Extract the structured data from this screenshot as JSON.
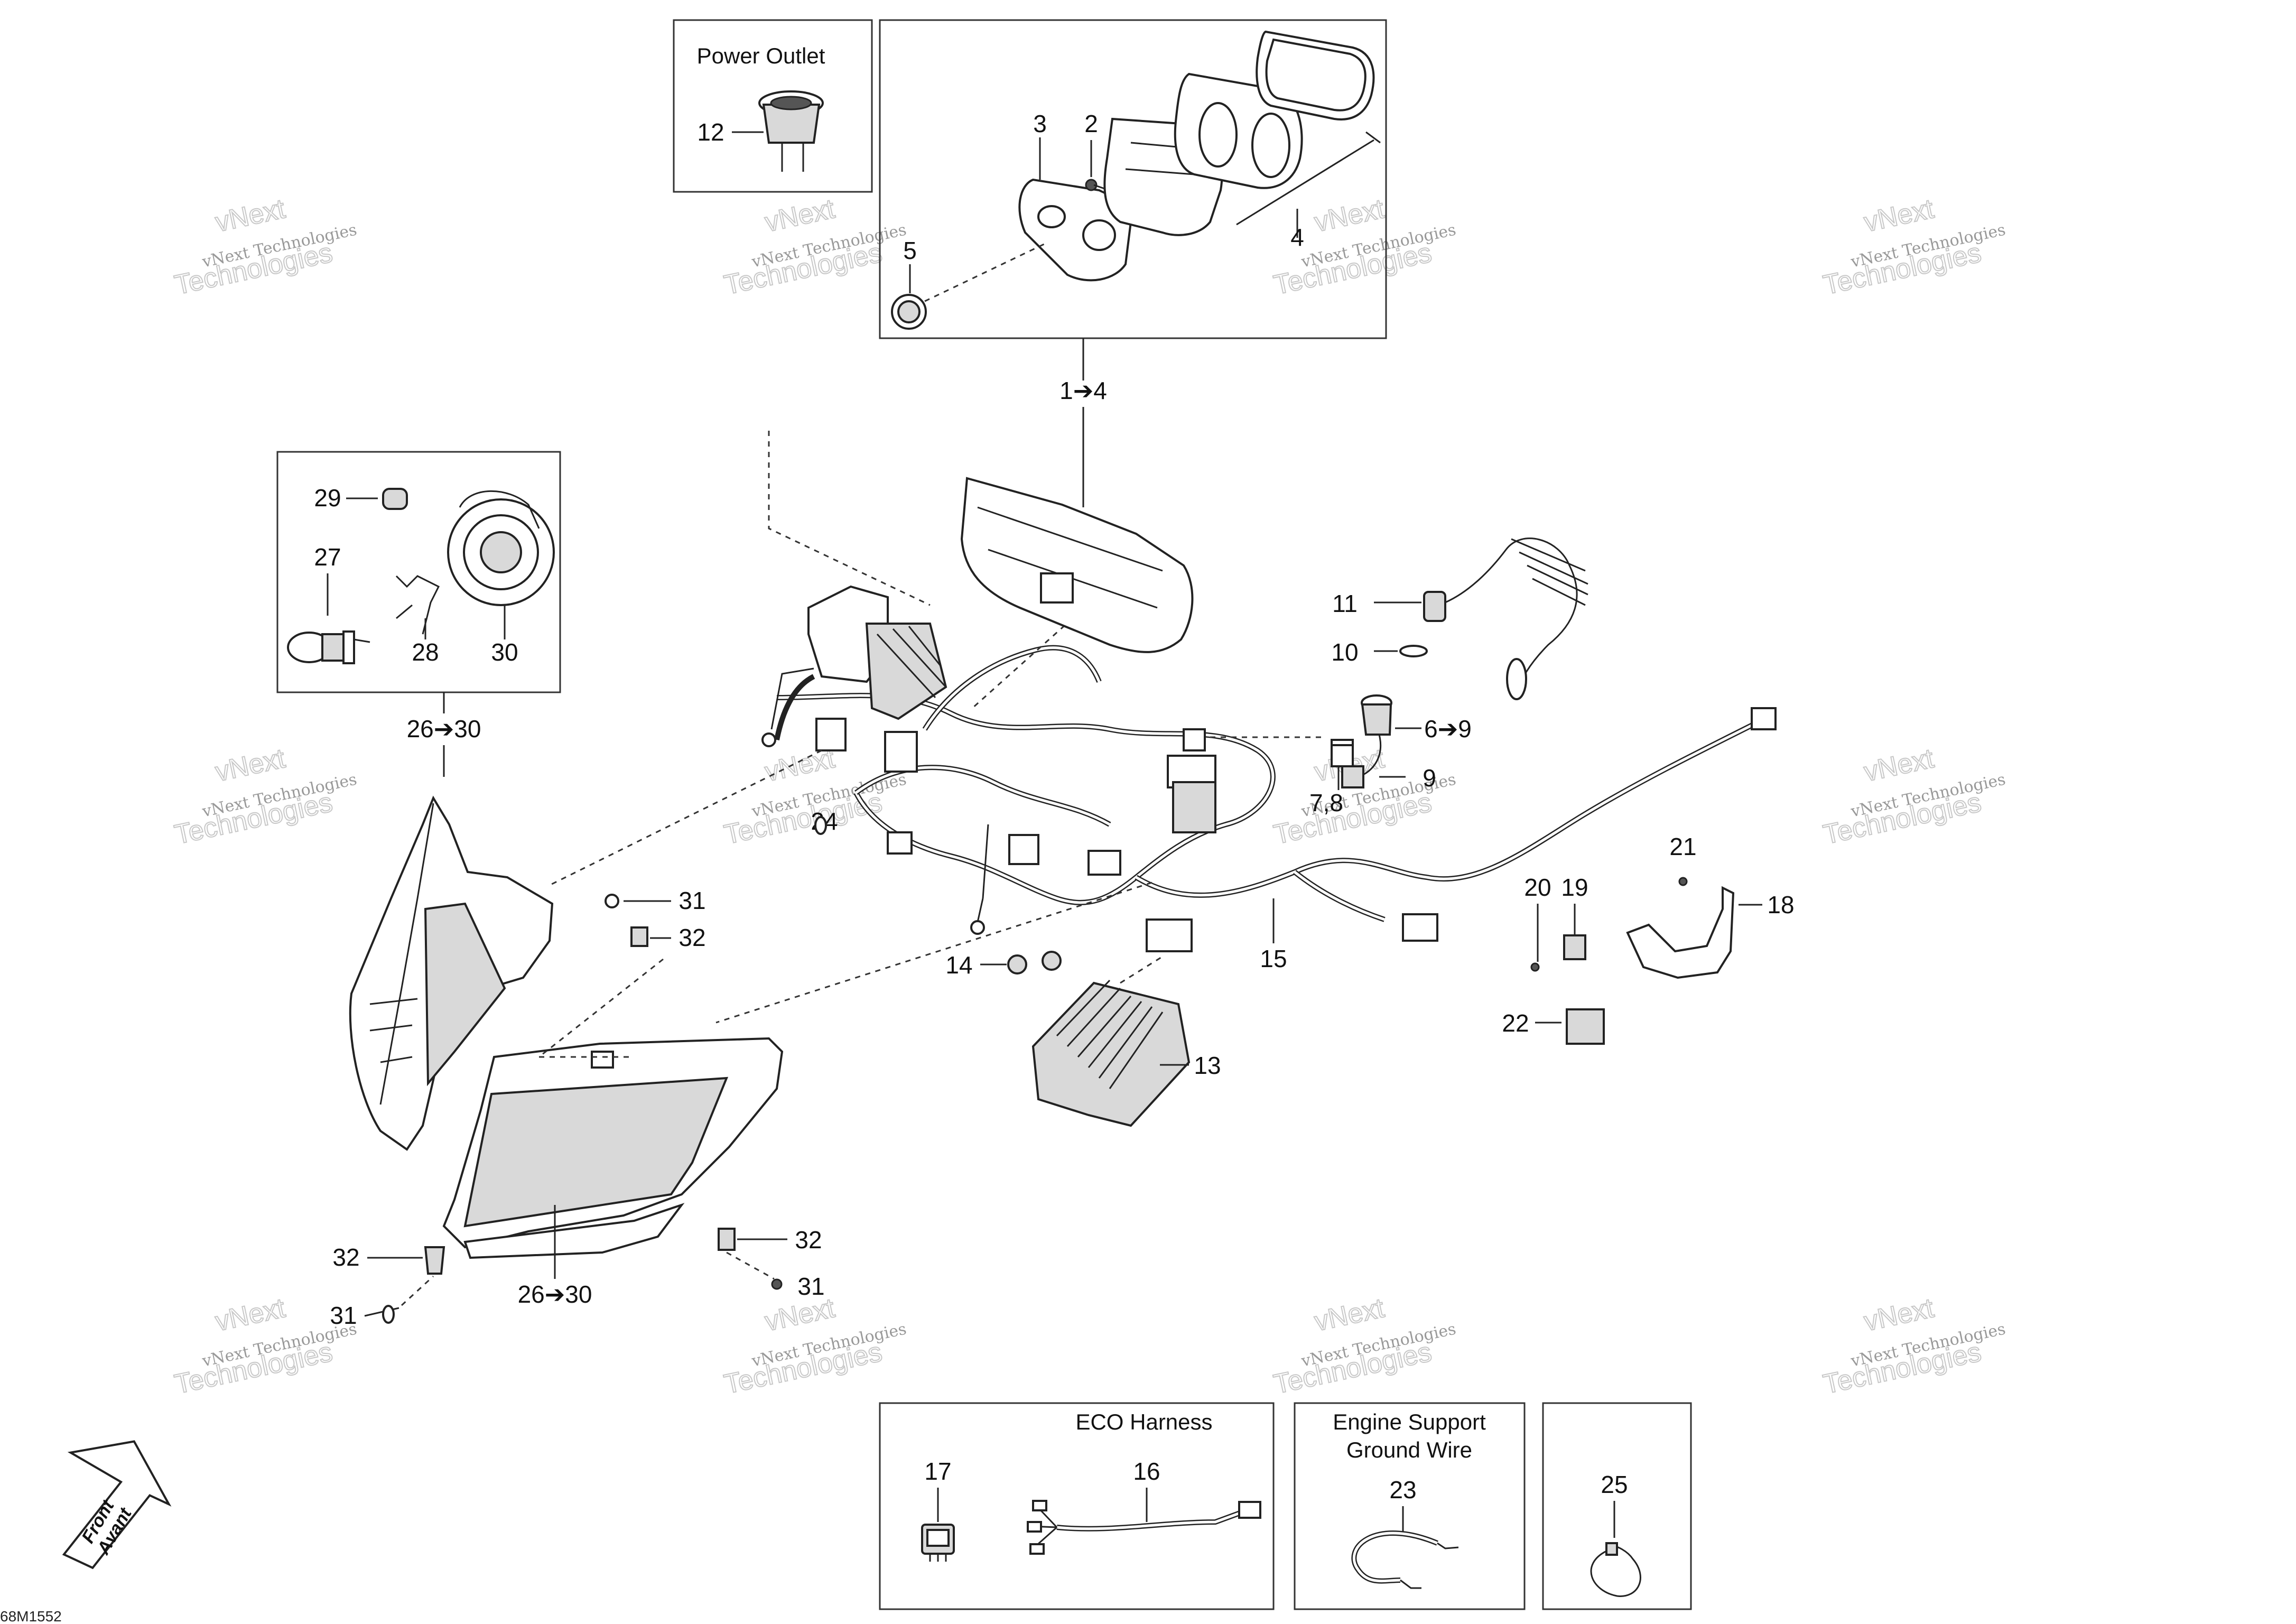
{
  "boxes": {
    "power_outlet": "Power Outlet",
    "eco_harness": "ECO Harness",
    "engine_support_line1": "Engine Support",
    "engine_support_line2": "Ground Wire"
  },
  "callouts": {
    "c1_4": "1➔4",
    "c2": "2",
    "c3": "3",
    "c4": "4",
    "c5": "5",
    "c6_9": "6➔9",
    "c7_8": "7,8",
    "c9": "9",
    "c10": "10",
    "c11": "11",
    "c12": "12",
    "c13": "13",
    "c14": "14",
    "c15": "15",
    "c16": "16",
    "c17": "17",
    "c18": "18",
    "c19": "19",
    "c20": "20",
    "c21": "21",
    "c22": "22",
    "c23": "23",
    "c24": "24",
    "c25": "25",
    "c26_30_top": "26➔30",
    "c26_30_bottom": "26➔30",
    "c27": "27",
    "c28": "28",
    "c29": "29",
    "c30": "30",
    "c31_a": "31",
    "c31_b": "31",
    "c31_c": "31",
    "c32_a": "32",
    "c32_b": "32",
    "c32_c": "32"
  },
  "front_arrow": {
    "line1": "Front",
    "line2": "Avant"
  },
  "drawing_code": "68M1552",
  "watermark": {
    "line1": "vNext",
    "line2": "vNext Technologies",
    "line3": "Technologies"
  },
  "icons": [
    "front-direction-arrow-icon"
  ]
}
